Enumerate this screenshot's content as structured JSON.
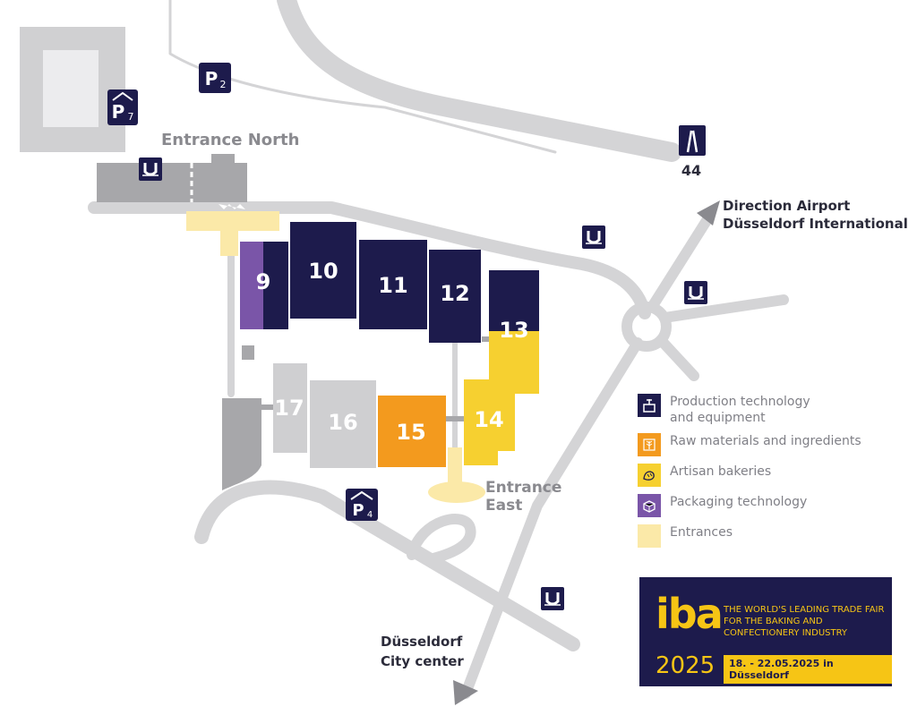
{
  "halls": [
    {
      "number": "9",
      "category": "Production technology and equipment"
    },
    {
      "number": "10",
      "category": "Production technology and equipment"
    },
    {
      "number": "11",
      "category": "Production technology and equipment"
    },
    {
      "number": "12",
      "category": "Production technology and equipment"
    },
    {
      "number": "13",
      "category": "Production technology and equipment"
    },
    {
      "number": "14",
      "category": "Artisan bakeries"
    },
    {
      "number": "15",
      "category": "Raw materials and ingredients"
    },
    {
      "number": "16",
      "category": ""
    },
    {
      "number": "17",
      "category": ""
    }
  ],
  "labels": {
    "entrance_north": "Entrance North",
    "entrance_east_1": "Entrance",
    "entrance_east_2": "East",
    "airport_1": "Direction Airport",
    "airport_2": "Düsseldorf International",
    "city_1": "Düsseldorf",
    "city_2": "City center",
    "motorway_number": "44"
  },
  "parking": {
    "p7": "7",
    "p2": "2",
    "p4": "4"
  },
  "legend": {
    "items": [
      {
        "text_1": "Production technology",
        "text_2": "and equipment",
        "color": "#1d1b4c",
        "icon": "mixer-icon"
      },
      {
        "text_1": "Raw materials and ingredients",
        "text_2": "",
        "color": "#f39a1e",
        "icon": "wheat-icon"
      },
      {
        "text_1": "Artisan bakeries",
        "text_2": "",
        "color": "#f6d030",
        "icon": "bread-icon"
      },
      {
        "text_1": "Packaging technology",
        "text_2": "",
        "color": "#7a55a8",
        "icon": "box-icon"
      },
      {
        "text_1": "Entrances",
        "text_2": "",
        "color": "#fbe9a8",
        "icon": ""
      }
    ]
  },
  "banner": {
    "logo": "iba",
    "tagline": "THE WORLD'S LEADING TRADE FAIR FOR THE BAKING AND CONFECTIONERY INDUSTRY",
    "year": "2025",
    "dates": "18. - 22.05.2025 in Düsseldorf"
  },
  "colors": {
    "road": "#d4d4d6",
    "building_grey": "#a7a7aa",
    "navy": "#1d1b4c",
    "purple": "#7a55a8",
    "orange": "#f39a1e",
    "yellow": "#f6d030",
    "entrance": "#fbe9a8",
    "light_grey_hall": "#cfcfd1"
  }
}
